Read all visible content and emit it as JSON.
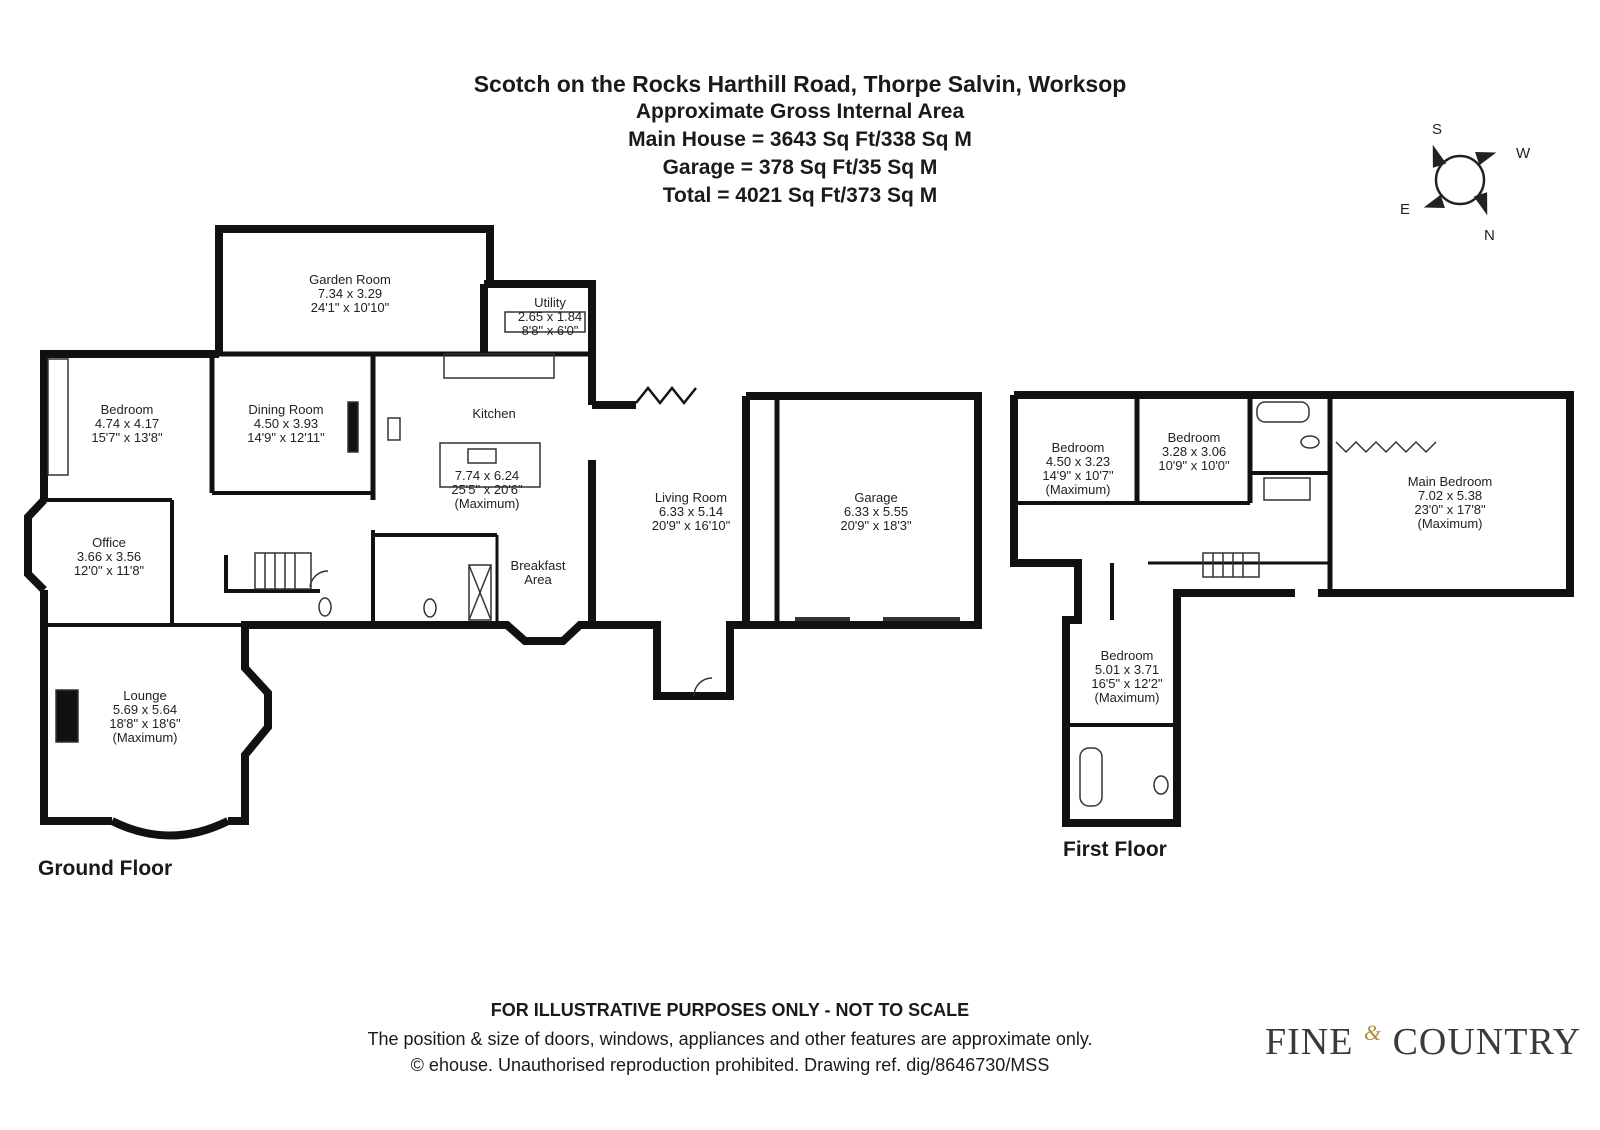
{
  "header": {
    "title": "Scotch on the Rocks Harthill Road, Thorpe Salvin, Worksop",
    "subtitle": "Approximate Gross Internal Area",
    "main_house": "Main House = 3643 Sq Ft/338 Sq M",
    "garage": "Garage = 378 Sq Ft/35 Sq M",
    "total": "Total = 4021 Sq Ft/373 Sq M"
  },
  "compass": {
    "s": "S",
    "w": "W",
    "e": "E",
    "n": "N"
  },
  "floors": {
    "ground": "Ground Floor",
    "first": "First Floor"
  },
  "rooms": {
    "garden_room": {
      "name": "Garden Room",
      "metric": "7.34 x 3.29",
      "imperial": "24'1\" x 10'10\""
    },
    "utility": {
      "name": "Utility",
      "metric": "2.65 x 1.84",
      "imperial": "8'8\" x 6'0\""
    },
    "bedroom_gf": {
      "name": "Bedroom",
      "metric": "4.74 x 4.17",
      "imperial": "15'7\" x 13'8\""
    },
    "dining_room": {
      "name": "Dining Room",
      "metric": "4.50 x 3.93",
      "imperial": "14'9\" x 12'11\""
    },
    "kitchen": {
      "name": "Kitchen",
      "metric": "7.74 x 6.24",
      "imperial": "25'5\" x 20'6\"",
      "note": "(Maximum)"
    },
    "office": {
      "name": "Office",
      "metric": "3.66 x 3.56",
      "imperial": "12'0\" x 11'8\""
    },
    "breakfast": {
      "name": "Breakfast",
      "name2": "Area"
    },
    "living_room": {
      "name": "Living Room",
      "metric": "6.33 x 5.14",
      "imperial": "20'9\" x 16'10\""
    },
    "garage": {
      "name": "Garage",
      "metric": "6.33 x 5.55",
      "imperial": "20'9\" x 18'3\""
    },
    "lounge": {
      "name": "Lounge",
      "metric": "5.69 x 5.64",
      "imperial": "18'8\" x 18'6\"",
      "note": "(Maximum)"
    },
    "bedroom_ff1": {
      "name": "Bedroom",
      "metric": "4.50 x 3.23",
      "imperial": "14'9\" x 10'7\"",
      "note": "(Maximum)"
    },
    "bedroom_ff2": {
      "name": "Bedroom",
      "metric": "3.28 x 3.06",
      "imperial": "10'9\" x 10'0\""
    },
    "main_bedroom": {
      "name": "Main Bedroom",
      "metric": "7.02 x 5.38",
      "imperial": "23'0\" x 17'8\"",
      "note": "(Maximum)"
    },
    "bedroom_ff3": {
      "name": "Bedroom",
      "metric": "5.01 x 3.71",
      "imperial": "16'5\" x 12'2\"",
      "note": "(Maximum)"
    }
  },
  "footer": {
    "disclaimer": "FOR ILLUSTRATIVE PURPOSES ONLY - NOT TO SCALE",
    "note": "The position & size of doors, windows, appliances and other features are approximate only.",
    "copyright": "© ehouse. Unauthorised reproduction prohibited. Drawing ref. dig/8646730/MSS"
  },
  "logo": {
    "word1": "FINE",
    "amp": "&",
    "word2": "COUNTRY"
  }
}
